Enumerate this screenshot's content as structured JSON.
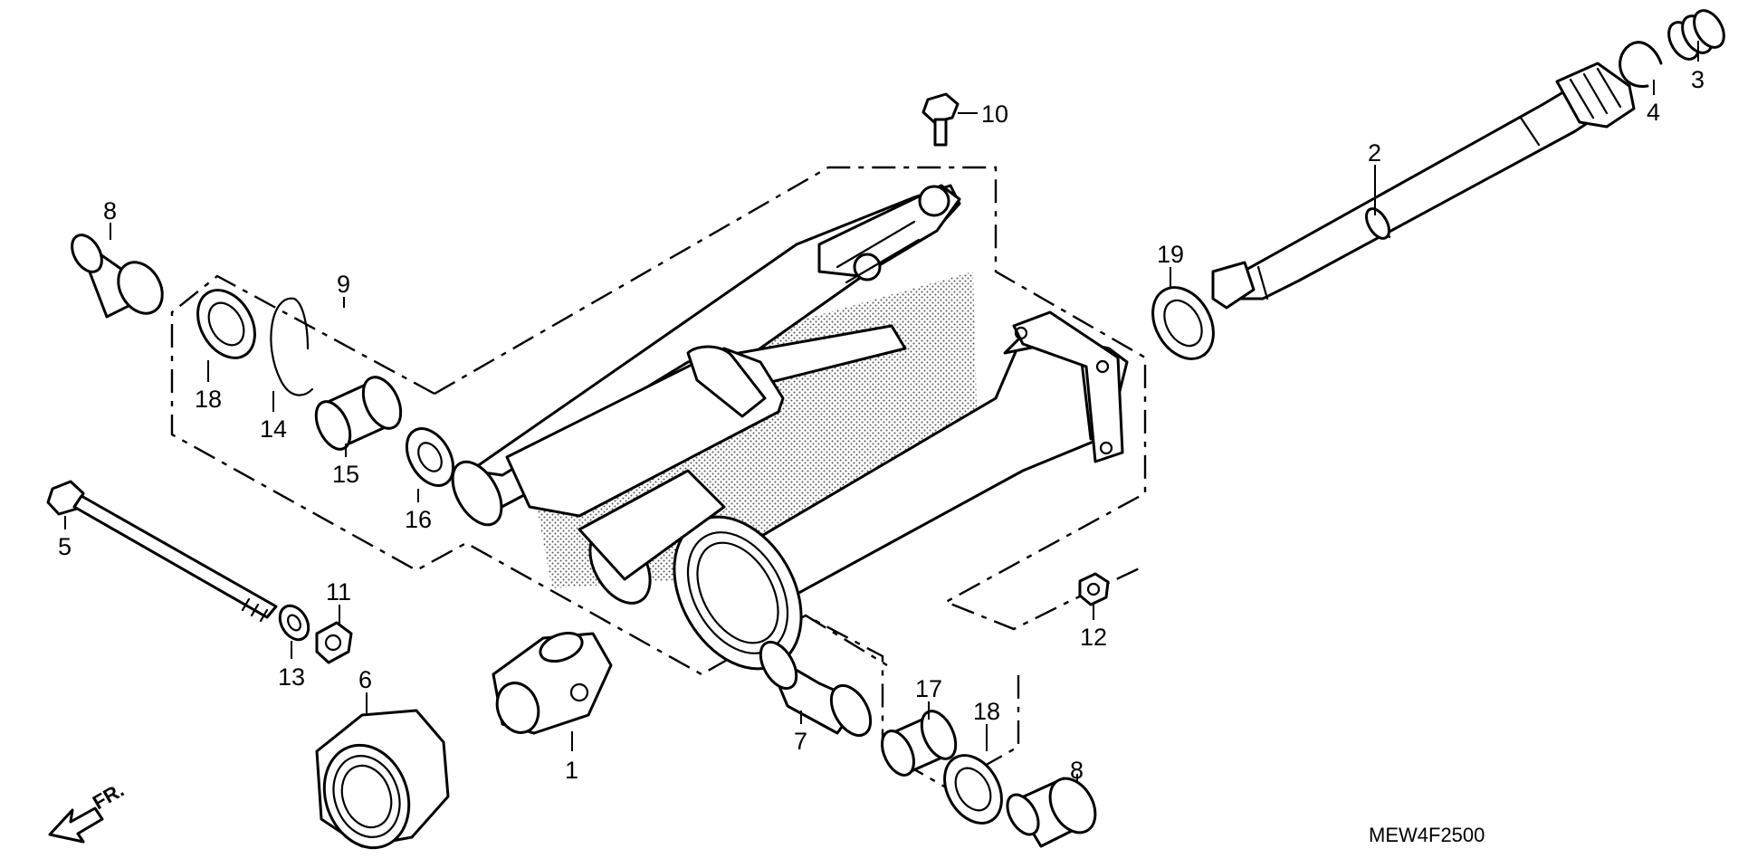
{
  "diagram": {
    "drawing_code": "MEW4F2500",
    "direction_label": "FR."
  },
  "callouts": [
    {
      "id": "p1",
      "label": "1"
    },
    {
      "id": "p2",
      "label": "2"
    },
    {
      "id": "p3",
      "label": "3"
    },
    {
      "id": "p4",
      "label": "4"
    },
    {
      "id": "p5",
      "label": "5"
    },
    {
      "id": "p6",
      "label": "6"
    },
    {
      "id": "p7",
      "label": "7"
    },
    {
      "id": "p8a",
      "label": "8"
    },
    {
      "id": "p8b",
      "label": "8"
    },
    {
      "id": "p9",
      "label": "9"
    },
    {
      "id": "p10",
      "label": "10"
    },
    {
      "id": "p11",
      "label": "11"
    },
    {
      "id": "p12",
      "label": "12"
    },
    {
      "id": "p13",
      "label": "13"
    },
    {
      "id": "p14",
      "label": "14"
    },
    {
      "id": "p15",
      "label": "15"
    },
    {
      "id": "p16",
      "label": "16"
    },
    {
      "id": "p17",
      "label": "17"
    },
    {
      "id": "p18a",
      "label": "18"
    },
    {
      "id": "p18b",
      "label": "18"
    },
    {
      "id": "p19",
      "label": "19"
    }
  ],
  "icons": {
    "front_arrow": "front-direction-arrow-icon"
  }
}
